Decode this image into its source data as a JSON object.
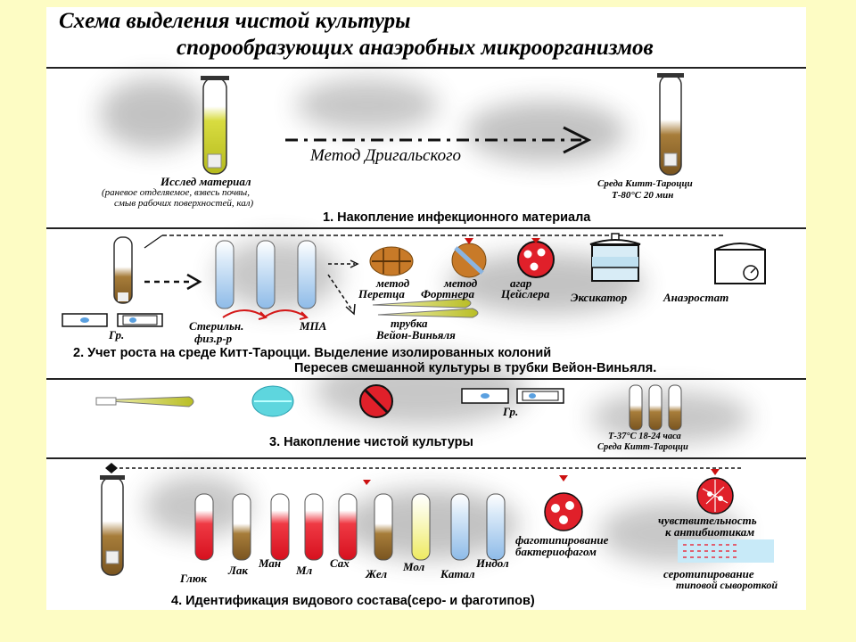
{
  "title": {
    "line1": "Схема выделения чистой культуры",
    "line2": "спорообразующих анаэробных микроорганизмов"
  },
  "stage1": {
    "sample_label": "Исслед материал",
    "sample_note_line1": "(раневое отделяемое, взвесь почвы,",
    "sample_note_line2": "смыв рабочих поверхностей, кал)",
    "method": "Метод Дригальского",
    "medium_line1": "Среда Китт-Тароцци",
    "medium_line2": "Т-80°С 20 мин",
    "caption": "1. Накопление инфекционного материала"
  },
  "stage2": {
    "slide_label": "Гр.",
    "saline_line1": "Стерильн.",
    "saline_line2": "физ.р-р",
    "mpa": "МПА",
    "method1_line1": "метод",
    "method1_line2": "Перетца",
    "method2_line1": "метод",
    "method2_line2": "Фортнера",
    "method3_line1": "агар",
    "method3_line2": "Цейслера",
    "tube_line1": "трубка",
    "tube_line2": "Вейон-Виньяля",
    "desiccator": "Эксикатор",
    "anaerostat": "Анаэростат",
    "caption_line1": "2. Учет роста на среде Китт-Тароцци. Выделение изолированных колоний",
    "caption_line2": "Пересев смешанной культуры в трубки Вейон-Виньяля."
  },
  "stage3": {
    "slide_label": "Гр.",
    "conditions_line1": "Т-37°С 18-24 часа",
    "conditions_line2": "Среда Китт-Тароцци",
    "caption": "3. Накопление чистой культуры"
  },
  "stage4": {
    "tube_labels": [
      "Глюк",
      "Лак",
      "Ман",
      "Мл",
      "Сах",
      "Жел",
      "Мол",
      "Катал",
      "Индол"
    ],
    "phage_line1": "фаготипирование",
    "phage_line2": "бактериофагом",
    "antibiotic_line1": "чувствительность",
    "antibiotic_line2": "к антибиотикам",
    "sero_line1": "серотипирование",
    "sero_line2": "типовой сывороткой",
    "caption": "4. Идентификация видового состава(серо- и фаготипов)"
  },
  "colors": {
    "page_background": "#fdfcc4",
    "panel": "#ffffff",
    "olive_medium": "#c8cc2e",
    "brown_medium": "#8a6326",
    "blue_medium": "#9ec6ee",
    "red_medium": "#e0202a",
    "yellow_medium": "#f3f07a",
    "cyan_dish": "#5ed6de",
    "orange_dish": "#c87a28"
  }
}
